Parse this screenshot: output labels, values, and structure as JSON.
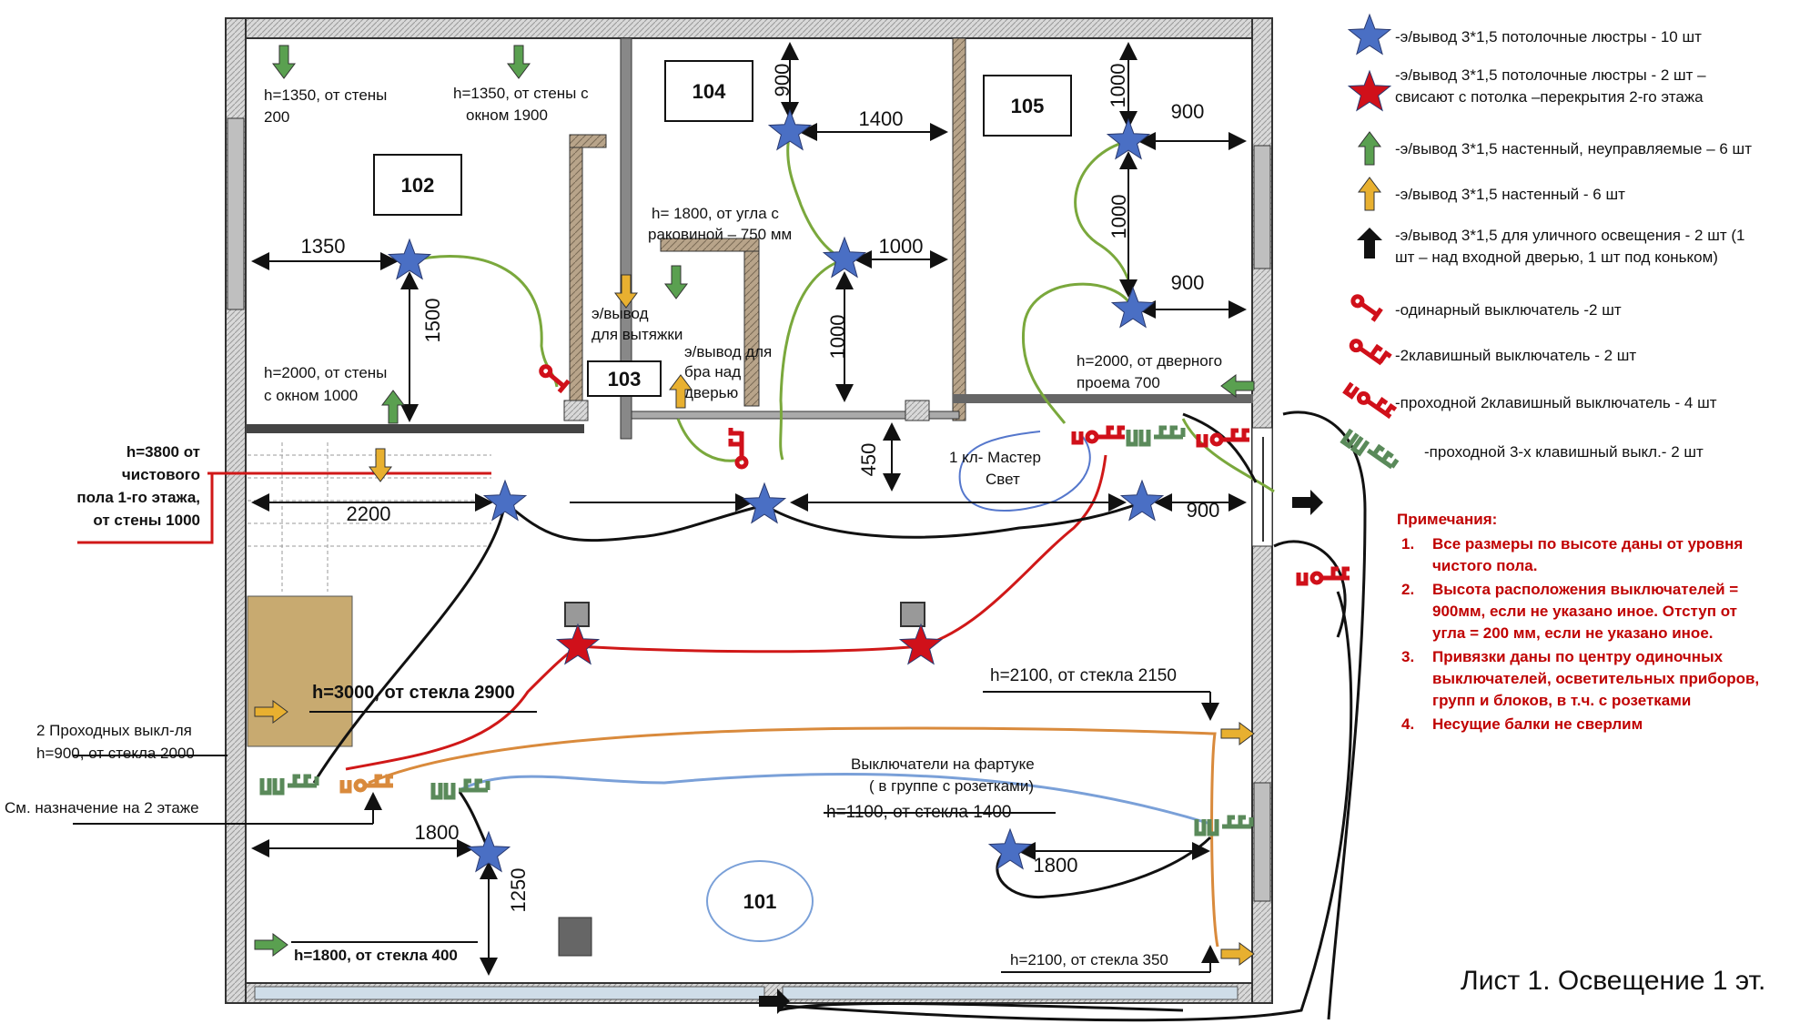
{
  "rooms": {
    "r101": "101",
    "r102": "102",
    "r103": "103",
    "r104": "104",
    "r105": "105"
  },
  "labels": {
    "h1350_200_a": "h=1350, от стены",
    "h1350_200_b": "200",
    "h1350_1900_a": "h=1350, от стены с",
    "h1350_1900_b": "окном 1900",
    "h1800_corner_a": "h= 1800, от угла с",
    "h1800_corner_b": "раковиной – 750 мм",
    "vyt_a": "э/вывод",
    "vyt_b": "для вытяжки",
    "bra_a": "э/вывод для",
    "bra_b": "бра над",
    "bra_c": "дверью",
    "h2000_1000_a": "h=2000, от стены",
    "h2000_1000_b": "с окном 1000",
    "h2000_700_a": "h=2000, от дверного",
    "h2000_700_b": "проема 700",
    "h3800_a": "h=3800 от",
    "h3800_b": "чистового",
    "h3800_c": "пола 1-го этажа,",
    "h3800_d": "от стены  1000",
    "master_a": "1 кл- Мастер",
    "master_b": "Свет",
    "h3000": "h=3000, от стекла 2900",
    "h2100_2150": "h=2100, от стекла 2150",
    "two_pass_a": "2 Проходных выкл-ля",
    "two_pass_b": "h=900, от стекла 2000",
    "see_floor2": "См. назначение на 2 этаже",
    "apron_a": "Выключатели на фартуке",
    "apron_b": "( в группе с розетками)",
    "h1100_1400": "h=1100, от стекла 1400",
    "h1800_400": "h=1800, от стекла 400",
    "h2100_350": "h=2100, от стекла 350"
  },
  "dims": {
    "d1350": "1350",
    "d1500": "1500",
    "d900a": "900",
    "d1400": "1400",
    "d1000a": "1000",
    "d1000b": "1000",
    "d1000c": "1000",
    "d1000d": "1000",
    "d900b": "900",
    "d900c": "900",
    "d450": "450",
    "d2200": "2200",
    "d900d": "900",
    "d1800a": "1800",
    "d1800b": "1800",
    "d1250": "1250"
  },
  "legend": [
    {
      "icon": "blue-star-icon",
      "text": "-э/вывод 3*1,5 потолочные люстры - 10 шт"
    },
    {
      "icon": "red-star-icon",
      "text": "-э/вывод 3*1,5 потолочные люстры - 2 шт –",
      "text2": "свисают с потолка –перекрытия 2-го этажа"
    },
    {
      "icon": "green-arrow-icon",
      "text": "-э/вывод 3*1,5  настенный, неуправляемые – 6 шт"
    },
    {
      "icon": "yellow-arrow-icon",
      "text": "-э/вывод 3*1,5  настенный - 6 шт"
    },
    {
      "icon": "black-arrow-icon",
      "text": " -э/вывод 3*1,5  для уличного освещения - 2 шт (1",
      "text2": "шт – над входной дверью, 1 шт под коньком)"
    },
    {
      "icon": "single-switch-icon",
      "text": "-одинарный выключатель -2 шт"
    },
    {
      "icon": "double-switch-icon",
      "text": "-2клавишный выключатель - 2 шт"
    },
    {
      "icon": "pass-double-switch-icon",
      "text": "-проходной 2клавишный выключатель - 4 шт"
    },
    {
      "icon": "pass-triple-switch-icon",
      "text": "-проходной  3-х клавишный выкл.- 2 шт"
    }
  ],
  "notes": {
    "title": "Примечания:",
    "items": [
      {
        "num": "1.",
        "l1": "Все размеры по высоте даны от уровня",
        "l2": "чистого пола."
      },
      {
        "num": "2.",
        "l1": "Высота расположения выключателей =",
        "l2": "900мм, если не указано иное. Отступ от",
        "l3": "угла = 200 мм, если не указано иное."
      },
      {
        "num": "3.",
        "l1": "Привязки даны по центру одиночных",
        "l2": "выключателей, осветительных приборов,",
        "l3": "групп и блоков, в т.ч. с розетками"
      },
      {
        "num": "4.",
        "l1": "Несущие балки не сверлим"
      }
    ]
  },
  "sheet_title": "Лист 1. Освещение 1 эт.",
  "colors": {
    "star_blue": "#4a6fc4",
    "star_red": "#d0101a",
    "wire_green": "#7aa83c",
    "wire_red": "#d01818",
    "wire_orange": "#d98a3c",
    "wire_blue": "#7aa0d8",
    "arrow_green": "#5aa050",
    "arrow_yellow": "#e8b030",
    "notes_red": "#c00000"
  }
}
